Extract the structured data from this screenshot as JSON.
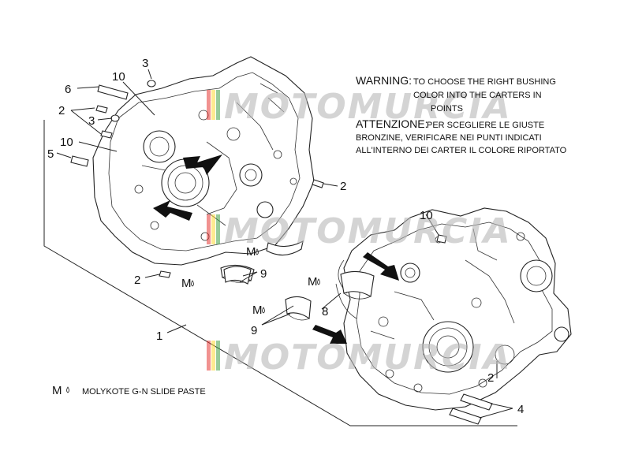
{
  "warning": {
    "en_head": "WARNING:",
    "en_line1": "TO CHOOSE THE RIGHT BUSHING",
    "en_line2": "COLOR INTO THE CARTERS IN",
    "en_line3": "POINTS",
    "it_head": "ATTENZIONE:",
    "it_line1": "PER SCEGLIERE LE GIUSTE",
    "it_line2": "BRONZINE, VERIFICARE NEI PUNTI INDICATI",
    "it_line3": "ALL'INTERNO DEI CARTER IL COLORE RIPORTATO"
  },
  "legend": {
    "symbol": "M",
    "text": "MOLYKOTE G-N SLIDE PASTE"
  },
  "watermark": {
    "text": "MOTOMURCIA"
  },
  "callouts": {
    "c1": "1",
    "c2a": "2",
    "c2b": "2",
    "c2c": "2",
    "c2d": "2",
    "c3a": "3",
    "c3b": "3",
    "c4": "4",
    "c5": "5",
    "c6": "6",
    "c8": "8",
    "c9a": "9",
    "c9b": "9",
    "c10a": "10",
    "c10b": "10",
    "c10c": "10",
    "m1": "M",
    "m2": "M",
    "m3": "M",
    "m4": "M"
  },
  "colors": {
    "line": "#222222",
    "watermark": "#b9b9b9",
    "accent_stripes": [
      "#e53935",
      "#fdd835",
      "#43a047"
    ]
  }
}
